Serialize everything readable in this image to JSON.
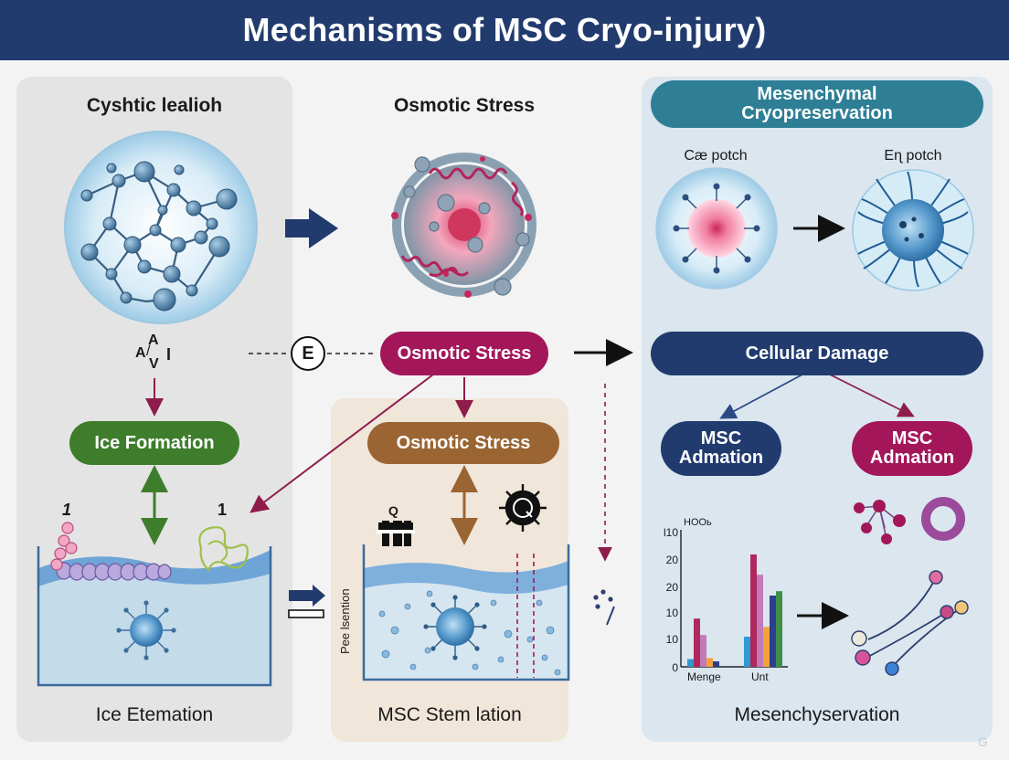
{
  "title": "Mechanisms of MSC Cryo-injury)",
  "left_panel": {
    "heading": "Cyshtic lealioh",
    "symbol": "A⁄⁄V—I",
    "symbol_top": "A",
    "symbol_mid": "A",
    "symbol_mid2": "/",
    "symbol_right": "I",
    "symbol_bottom": "V",
    "pill": "Ice Formation",
    "marker_a": "1",
    "marker_b": "1",
    "footer": "Ice Etemation"
  },
  "middle_panel": {
    "heading": "Osmotic Stress",
    "connector_label": "E",
    "pill_top": "Osmotic Stress",
    "pill_inner": "Osmotic Stress",
    "icon_label": "Q",
    "side_label": "Pee lsention",
    "footer": "MSC Stem lation"
  },
  "right_panel": {
    "heading": "Mesenchymal Cryopreservation",
    "cell_a_label": "Cæ potch",
    "cell_b_label": "Eɳ potch",
    "damage_pill": "Cellular Damage",
    "pill_left": "MSC Admation",
    "pill_right": "MSC Admation",
    "chart_title": "HOOь",
    "footer": "Mesenchyservation",
    "watermark": "G"
  },
  "colors": {
    "navy": "#213b6e",
    "green": "#3e7d2c",
    "magenta": "#a3175a",
    "brown": "#9a6533",
    "teal": "#2e7f96",
    "left_bg": "#e4e4e4",
    "middle_bg": "#f0e6da",
    "right_bg": "#dbe6ef"
  },
  "chart_data": {
    "type": "bar",
    "title": "HOOь",
    "categories": [
      "Menge",
      "Unt"
    ],
    "yticks": [
      0,
      10,
      10,
      20,
      20,
      "l10"
    ],
    "series": [
      {
        "values": [
          1.4,
          5.5
        ]
      },
      {
        "values": [
          8.8,
          20.5
        ]
      },
      {
        "values": [
          5.8,
          16.8
        ]
      },
      {
        "values": [
          1.6,
          7.3
        ]
      },
      {
        "values": [
          1.0,
          13.0
        ]
      },
      {
        "values": [
          null,
          13.8
        ]
      }
    ],
    "series_colors": [
      "#2f9ad3",
      "#b0285d",
      "#c27ab8",
      "#f2a43a",
      "#2c3e8c",
      "#3d8f4a"
    ],
    "ylim": [
      0,
      25
    ]
  }
}
